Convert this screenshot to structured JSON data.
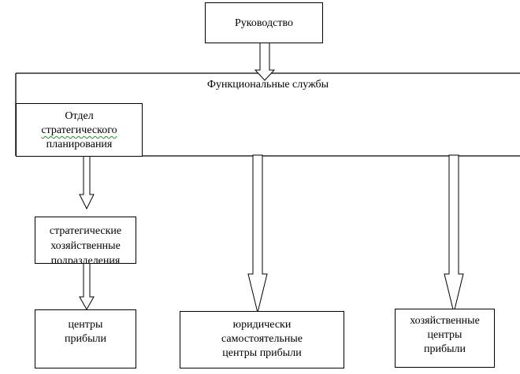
{
  "diagram": {
    "title_box": "Руководство",
    "functional_services": "Функциональные службы",
    "strategic_planning": {
      "line1": "Отдел",
      "line2": "стратегического",
      "line3": "планирования"
    },
    "strategic_units": {
      "line1": "стратегические",
      "line2": "хозяйственные",
      "line3": "подразделения"
    },
    "profit_centers": {
      "line1": "центры",
      "line2": "прибыли"
    },
    "legal_profit_centers": {
      "line1": "юридически",
      "line2": "самостоятельные",
      "line3": "центры прибыли"
    },
    "economic_profit_centers": {
      "line1": "хозяйственные",
      "line2": "центры",
      "line3": "прибыли"
    },
    "arrow_color": "#000000",
    "spellcheck_color": "#2a8a2a"
  }
}
